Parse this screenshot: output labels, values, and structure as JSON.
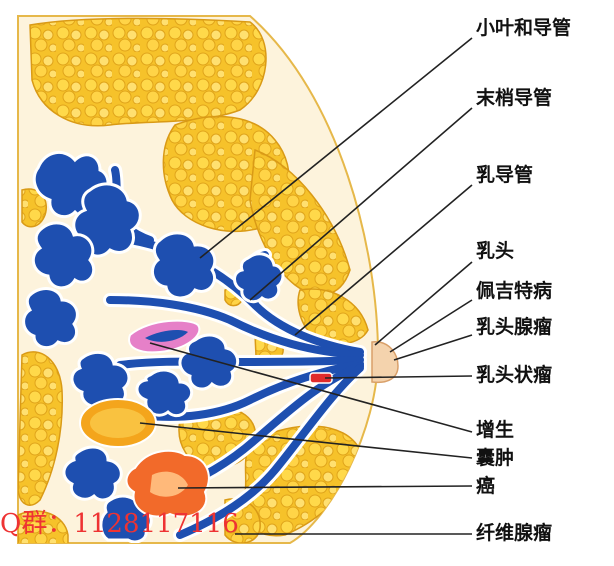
{
  "labels": {
    "lobule_duct": "小叶和导管",
    "terminal_duct": "末梢导管",
    "lactiferous_duct": "乳导管",
    "nipple": "乳头",
    "paget": "佩吉特病",
    "nipple_adenoma": "乳头腺瘤",
    "papilloma": "乳头状瘤",
    "hyperplasia": "增生",
    "cyst": "囊肿",
    "cancer": "癌",
    "fibroadenoma": "纤维腺瘤"
  },
  "watermark": "Q群：1128117116",
  "colors": {
    "fat": "#f6c22a",
    "fat_highlight": "#ffe070",
    "stroma": "#fdf3dc",
    "duct": "#1e4fb0",
    "duct_outline": "#ffffff",
    "cyst": "#f4a51c",
    "cancer": "#f26a2a",
    "lesion_pink": "#e680c8",
    "lesion_red": "#e02b2b",
    "leader": "#222222"
  }
}
